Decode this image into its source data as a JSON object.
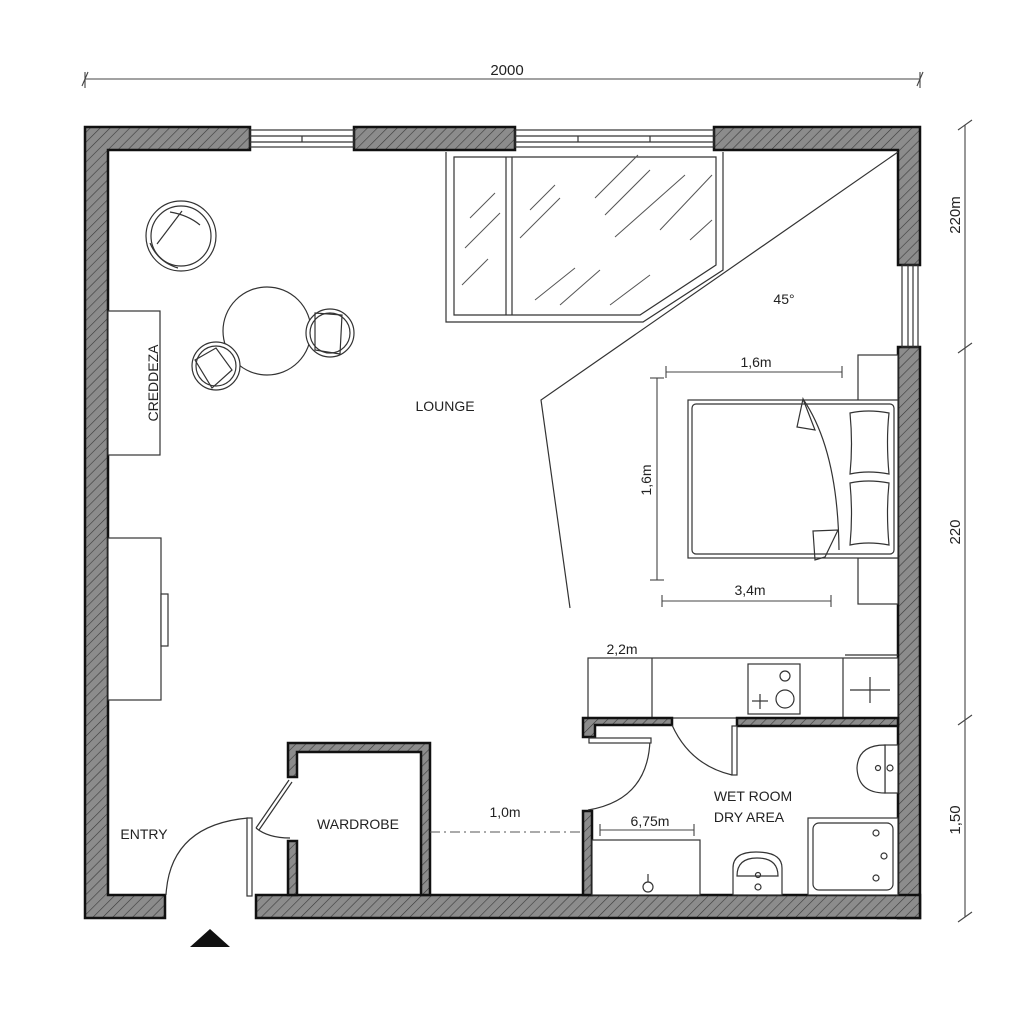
{
  "drawing": {
    "type": "floor plan",
    "colors": {
      "wall_fill": "#8c8c8c",
      "wall_stroke": "#111111",
      "line": "#333333",
      "background": "#ffffff"
    }
  },
  "dimensions": {
    "top_overall": "2000",
    "right_top": "220m",
    "right_middle": "220",
    "right_bottom": "1,50"
  },
  "rooms": {
    "lounge": "LOUNGE",
    "entry": "ENTRY",
    "wardrobe": "WARDROBE",
    "wet_room_line1": "WET ROOM",
    "wet_room_line2": "DRY AREA"
  },
  "furniture": {
    "credenza": "CREDDEZA"
  },
  "annotations": {
    "angle": "45°",
    "bed_width": "1,6m",
    "bed_length": "1,6m",
    "bed_zone": "3,4m",
    "kitchen": "2,2m",
    "corridor": "1,0m",
    "bath_zone": "6,75m"
  },
  "icons": {
    "entrance_marker": "triangle-up"
  }
}
